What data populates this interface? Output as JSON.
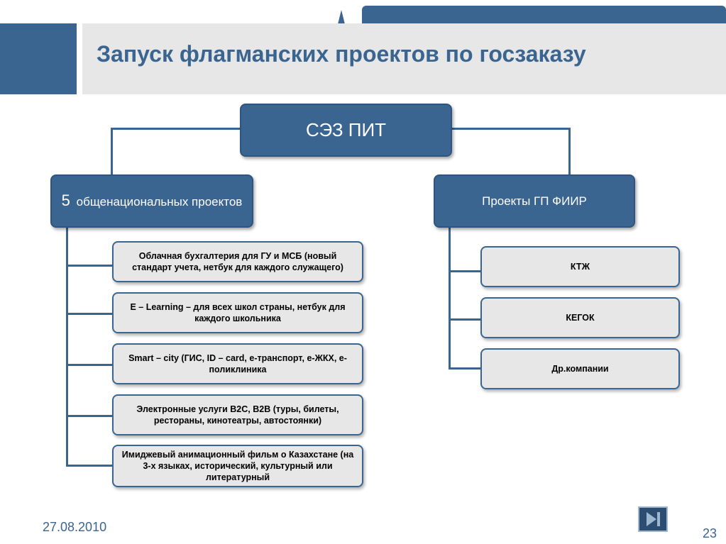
{
  "title": "Запуск флагманских проектов  по госзаказу",
  "root": {
    "label": "СЭЗ  ПИТ"
  },
  "left_branch": {
    "number": "5",
    "label": "общенациональных проектов",
    "items": [
      "Облачная бухгалтерия для ГУ и МСБ (новый стандарт учета, нетбук для каждого служащего)",
      "E – Learning – для всех школ страны, нетбук для каждого школьника",
      "Smart – city (ГИС, ID – card, e-транспорт, e-ЖКХ, e-поликлиника",
      "Электронные услуги B2C, B2B (туры, билеты, рестораны, кинотеатры, автостоянки)",
      "Имиджевый анимационный фильм о Казахстане (на 3-х языках, исторический, культурный или литературный"
    ]
  },
  "right_branch": {
    "label": "Проекты ГП ФИИР",
    "items": [
      "КТЖ",
      "КЕГОК",
      "Др.компании"
    ]
  },
  "footer": {
    "date": "27.08.2010",
    "page": "23"
  },
  "colors": {
    "primary": "#3b6591",
    "box_fill": "#e7e7e7",
    "header_bar": "#e7e7e7"
  },
  "icons": {
    "nav": "skip-to-end-icon"
  }
}
